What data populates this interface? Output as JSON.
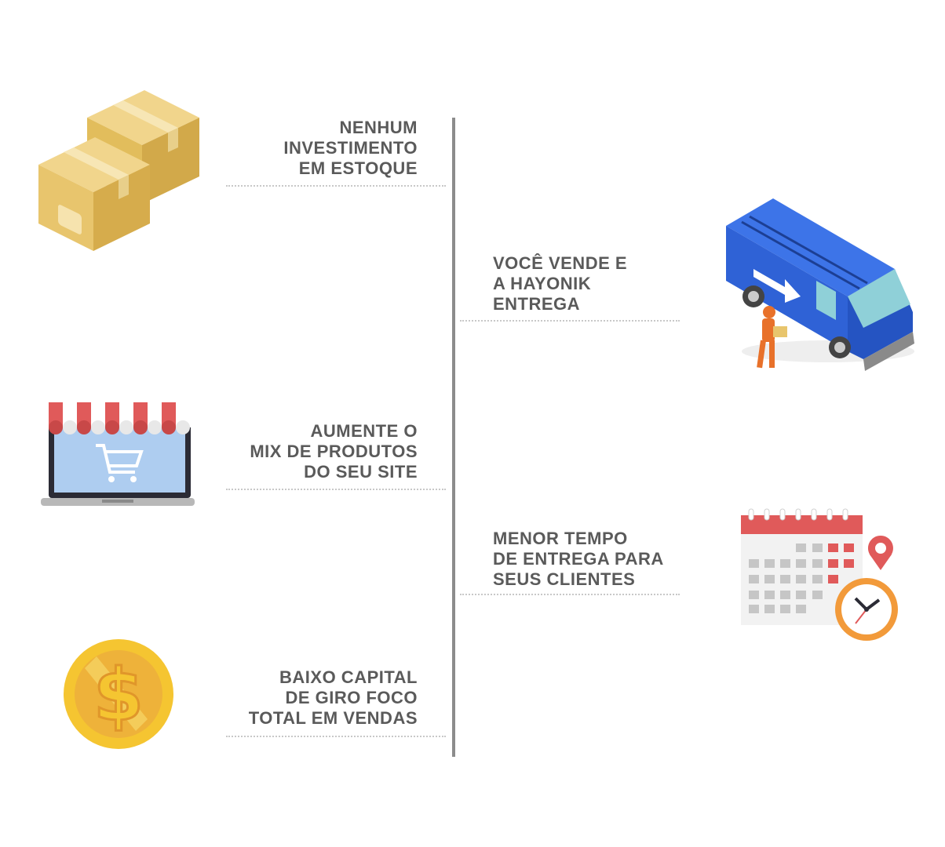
{
  "items": [
    {
      "text": "NENHUM\nINVESTIMENTO\nEM ESTOQUE",
      "icon": "boxes-icon"
    },
    {
      "text": "VOCÊ VENDE E\nA HAYONIK\nENTREGA",
      "icon": "delivery-van-icon"
    },
    {
      "text": "AUMENTE O\nMIX DE PRODUTOS\nDO SEU SITE",
      "icon": "online-store-icon"
    },
    {
      "text": "MENOR TEMPO\nDE ENTREGA PARA\nSEUS CLIENTES",
      "icon": "calendar-clock-icon"
    },
    {
      "text": "BAIXO CAPITAL\nDE GIRO FOCO\nTOTAL EM VENDAS",
      "icon": "dollar-coin-icon"
    }
  ],
  "colors": {
    "text": "#5a5a5a",
    "axis": "#8c8c8c",
    "box": "#e8c56d",
    "van": "#2f62d6",
    "awning": "#e05a5a",
    "coin": "#f5c531"
  }
}
